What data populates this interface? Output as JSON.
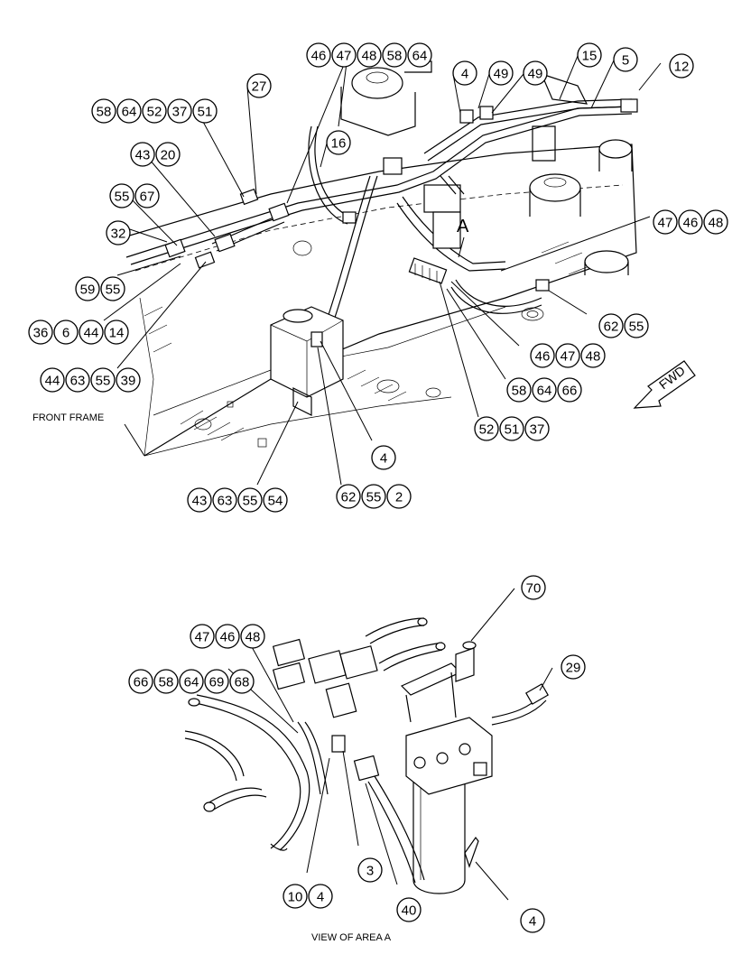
{
  "upper_view": {
    "callouts": [
      {
        "id": "c-46-47-48-58-64",
        "nums": [
          "46",
          "47",
          "48",
          "58",
          "64"
        ]
      },
      {
        "id": "c-4-top",
        "nums": [
          "4"
        ]
      },
      {
        "id": "c-49-a",
        "nums": [
          "49"
        ]
      },
      {
        "id": "c-49-b",
        "nums": [
          "49"
        ]
      },
      {
        "id": "c-15",
        "nums": [
          "15"
        ]
      },
      {
        "id": "c-5",
        "nums": [
          "5"
        ]
      },
      {
        "id": "c-12",
        "nums": [
          "12"
        ]
      },
      {
        "id": "c-27",
        "nums": [
          "27"
        ]
      },
      {
        "id": "c-58-64-52-37-51",
        "nums": [
          "58",
          "64",
          "52",
          "37",
          "51"
        ]
      },
      {
        "id": "c-16",
        "nums": [
          "16"
        ]
      },
      {
        "id": "c-43-20",
        "nums": [
          "43",
          "20"
        ]
      },
      {
        "id": "c-55-67",
        "nums": [
          "55",
          "67"
        ]
      },
      {
        "id": "c-32",
        "nums": [
          "32"
        ]
      },
      {
        "id": "c-59-55",
        "nums": [
          "59",
          "55"
        ]
      },
      {
        "id": "c-36-6-44-14",
        "nums": [
          "36",
          "6",
          "44",
          "14"
        ]
      },
      {
        "id": "c-44-63-55-39",
        "nums": [
          "44",
          "63",
          "55",
          "39"
        ]
      },
      {
        "id": "c-47-46-48",
        "nums": [
          "47",
          "46",
          "48"
        ]
      },
      {
        "id": "c-62-55-right",
        "nums": [
          "62",
          "55"
        ]
      },
      {
        "id": "c-46-47-48-lower",
        "nums": [
          "46",
          "47",
          "48"
        ]
      },
      {
        "id": "c-58-64-66",
        "nums": [
          "58",
          "64",
          "66"
        ]
      },
      {
        "id": "c-52-51-37",
        "nums": [
          "52",
          "51",
          "37"
        ]
      },
      {
        "id": "c-4-mid",
        "nums": [
          "4"
        ]
      },
      {
        "id": "c-43-63-55-54",
        "nums": [
          "43",
          "63",
          "55",
          "54"
        ]
      },
      {
        "id": "c-62-55-2",
        "nums": [
          "62",
          "55",
          "2"
        ]
      }
    ],
    "area_marker": "A",
    "front_frame_label": "FRONT FRAME",
    "fwd_label": "FWD"
  },
  "lower_view": {
    "callouts": [
      {
        "id": "c-70",
        "nums": [
          "70"
        ]
      },
      {
        "id": "c-47-46-48-b",
        "nums": [
          "47",
          "46",
          "48"
        ]
      },
      {
        "id": "c-66-58-64-69-68",
        "nums": [
          "66",
          "58",
          "64",
          "69",
          "68"
        ]
      },
      {
        "id": "c-29",
        "nums": [
          "29"
        ]
      },
      {
        "id": "c-3",
        "nums": [
          "3"
        ]
      },
      {
        "id": "c-10-4",
        "nums": [
          "10",
          "4"
        ]
      },
      {
        "id": "c-40",
        "nums": [
          "40"
        ]
      },
      {
        "id": "c-4-bottom",
        "nums": [
          "4"
        ]
      }
    ],
    "caption": "VIEW OF AREA A"
  }
}
